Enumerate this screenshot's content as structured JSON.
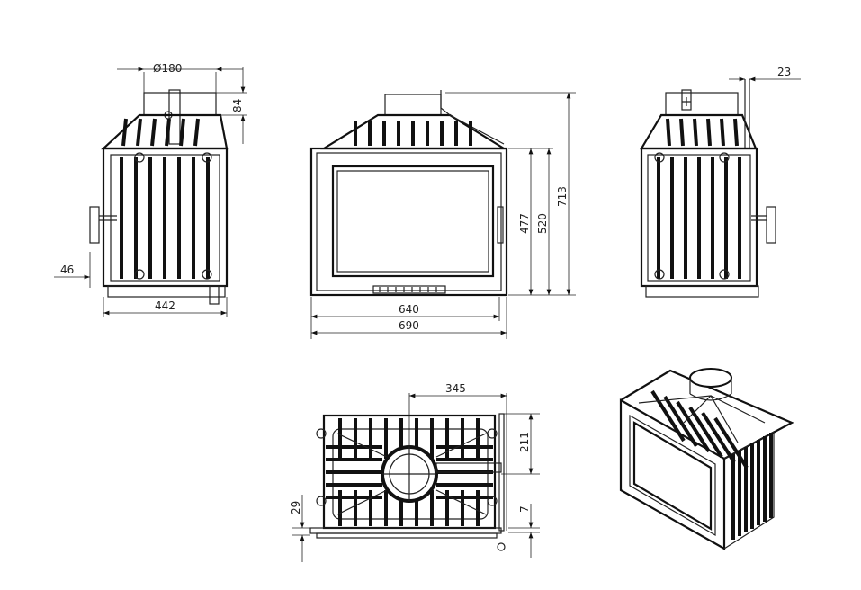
{
  "drawing": {
    "side_view_left": {
      "diameter_label": "Ø180",
      "collar_height": "84",
      "handle_offset": "46",
      "width": "442"
    },
    "front_view": {
      "inner_width": "640",
      "outer_width": "690",
      "glass_height": "477",
      "frame_height": "520",
      "total_height": "713"
    },
    "side_view_right": {
      "offset": "23"
    },
    "top_view": {
      "flue_offset": "345",
      "flue_depth": "211",
      "front_offset": "29",
      "lip": "7"
    },
    "iso_view": {}
  }
}
